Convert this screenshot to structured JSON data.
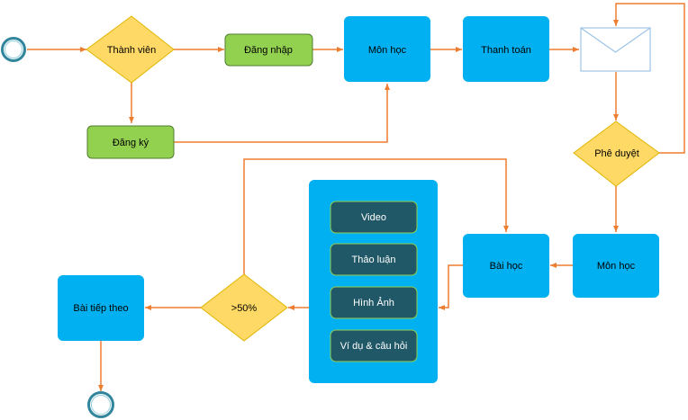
{
  "nodes": {
    "member": "Thành viên",
    "login": "Đăng nhập",
    "register": "Đăng ký",
    "course1": "Môn học",
    "payment": "Thanh toán",
    "approve": "Phê duyệt",
    "course2": "Môn học",
    "lesson": "Bài học",
    "video": "Video",
    "discussion": "Thảo luận",
    "image": "Hình Ảnh",
    "example": "Ví dụ & câu hỏi",
    "threshold": ">50%",
    "next_lesson": "Bài tiếp theo"
  },
  "colors": {
    "arrow": "#ED7D31",
    "diamond": "#FFD966",
    "green": "#92D050",
    "blue": "#00B0F0",
    "dark": "#215868",
    "envelope": "#9DC3E6"
  },
  "icons": {
    "start": "start-event-icon",
    "end": "end-event-icon",
    "mail": "envelope-icon"
  }
}
